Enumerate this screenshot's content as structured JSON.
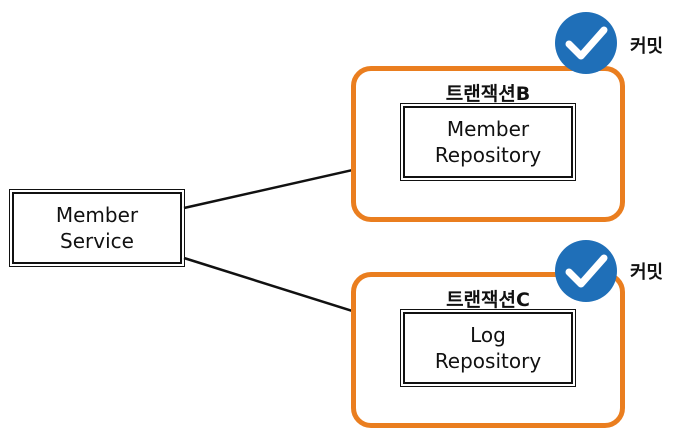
{
  "member_service": {
    "label": "Member\nService"
  },
  "transaction_b": {
    "title": "트랜잭션B",
    "repository": "Member\nRepository",
    "status": "커밋"
  },
  "transaction_c": {
    "title": "트랜잭션C",
    "repository": "Log\nRepository",
    "status": "커밋"
  },
  "colors": {
    "transaction_border": "#ea7e1f",
    "check_badge": "#1f6fb8"
  },
  "icons": [
    "check-circle-icon",
    "arrow-icon"
  ]
}
